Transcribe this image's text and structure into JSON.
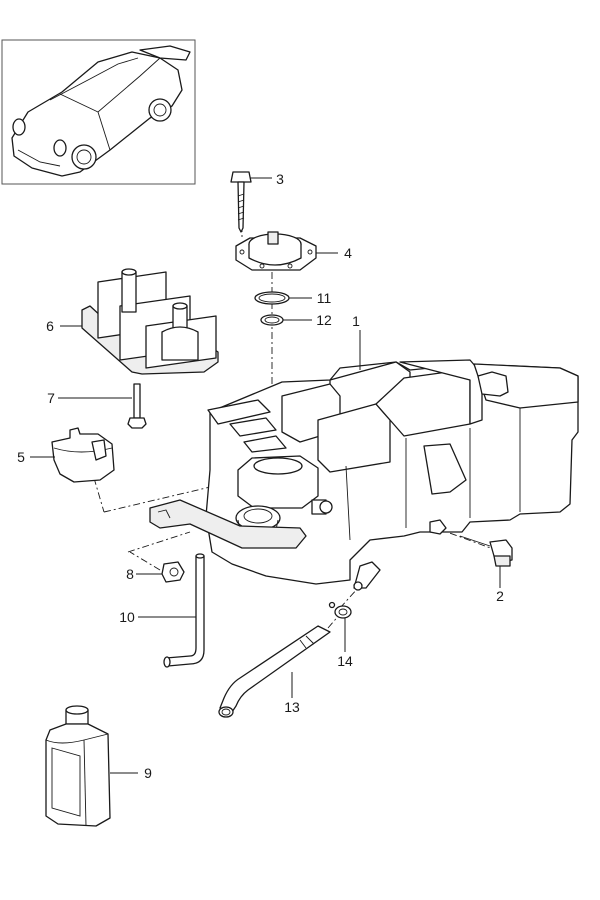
{
  "diagram": {
    "type": "exploded-parts-view",
    "subject": "coolant expansion tank assembly",
    "thumbnail": {
      "icon": "car-overview-icon",
      "description": "vehicle overview sketch"
    },
    "callouts": [
      {
        "id": "1",
        "label": "1",
        "part": "expansion-tank"
      },
      {
        "id": "2",
        "label": "2",
        "part": "level-sensor"
      },
      {
        "id": "3",
        "label": "3",
        "part": "screw"
      },
      {
        "id": "4",
        "label": "4",
        "part": "cover-flange"
      },
      {
        "id": "5",
        "label": "5",
        "part": "filler-cap"
      },
      {
        "id": "6",
        "label": "6",
        "part": "bracket-cover"
      },
      {
        "id": "7",
        "label": "7",
        "part": "bolt"
      },
      {
        "id": "8",
        "label": "8",
        "part": "nut"
      },
      {
        "id": "9",
        "label": "9",
        "part": "coolant-bottle"
      },
      {
        "id": "10",
        "label": "10",
        "part": "vent-hose"
      },
      {
        "id": "11",
        "label": "11",
        "part": "o-ring-large"
      },
      {
        "id": "12",
        "label": "12",
        "part": "o-ring-small"
      },
      {
        "id": "13",
        "label": "13",
        "part": "coolant-hose"
      },
      {
        "id": "14",
        "label": "14",
        "part": "hose-clamp"
      }
    ]
  }
}
